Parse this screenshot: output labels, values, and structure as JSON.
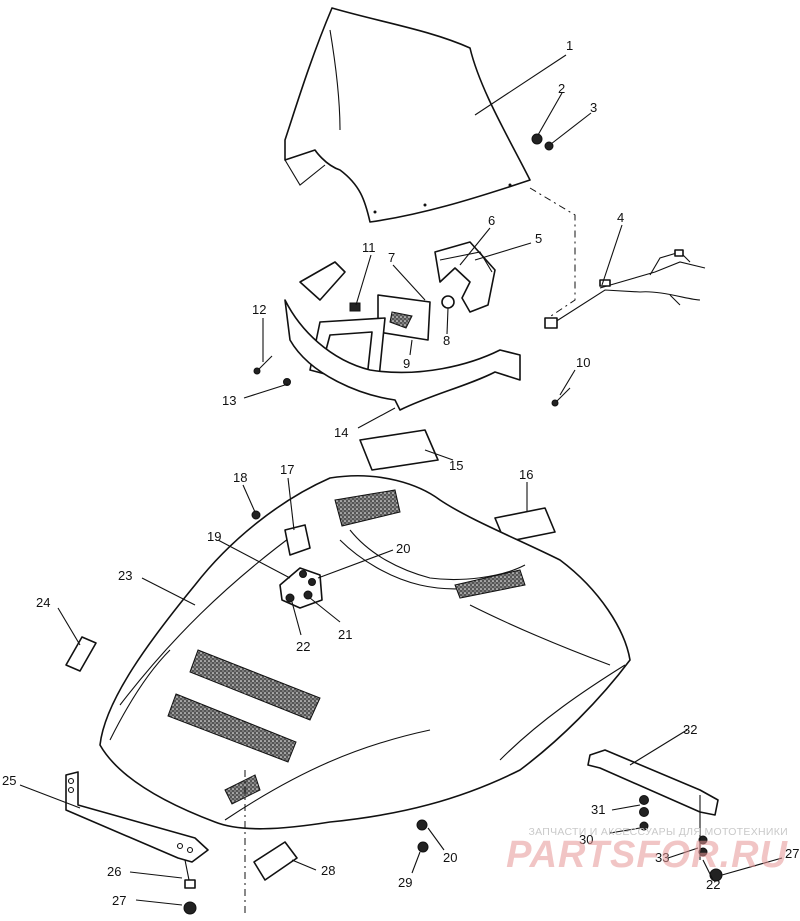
{
  "diagram": {
    "callouts": [
      {
        "id": "1",
        "text": "1"
      },
      {
        "id": "2",
        "text": "2"
      },
      {
        "id": "3",
        "text": "3"
      },
      {
        "id": "4",
        "text": "4"
      },
      {
        "id": "5",
        "text": "5"
      },
      {
        "id": "6",
        "text": "6"
      },
      {
        "id": "7",
        "text": "7"
      },
      {
        "id": "8",
        "text": "8"
      },
      {
        "id": "9",
        "text": "9"
      },
      {
        "id": "10",
        "text": "10"
      },
      {
        "id": "11",
        "text": "11"
      },
      {
        "id": "12",
        "text": "12"
      },
      {
        "id": "13",
        "text": "13"
      },
      {
        "id": "14",
        "text": "14"
      },
      {
        "id": "15",
        "text": "15"
      },
      {
        "id": "16",
        "text": "16"
      },
      {
        "id": "17",
        "text": "17"
      },
      {
        "id": "18",
        "text": "18"
      },
      {
        "id": "19",
        "text": "19"
      },
      {
        "id": "20a",
        "text": "20"
      },
      {
        "id": "21",
        "text": "21"
      },
      {
        "id": "22a",
        "text": "22"
      },
      {
        "id": "23",
        "text": "23"
      },
      {
        "id": "24",
        "text": "24"
      },
      {
        "id": "25",
        "text": "25"
      },
      {
        "id": "26",
        "text": "26"
      },
      {
        "id": "27a",
        "text": "27"
      },
      {
        "id": "28",
        "text": "28"
      },
      {
        "id": "29",
        "text": "29"
      },
      {
        "id": "20b",
        "text": "20"
      },
      {
        "id": "30",
        "text": "30"
      },
      {
        "id": "31",
        "text": "31"
      },
      {
        "id": "32",
        "text": "32"
      },
      {
        "id": "33",
        "text": "33"
      },
      {
        "id": "22b",
        "text": "22"
      },
      {
        "id": "27b",
        "text": "27"
      }
    ]
  },
  "watermark": {
    "caption": "ЗАПЧАСТИ И АКСЕССУАРЫ ДЛЯ МОТОТЕХНИКИ",
    "logo": "PARTSFOR.RU"
  }
}
